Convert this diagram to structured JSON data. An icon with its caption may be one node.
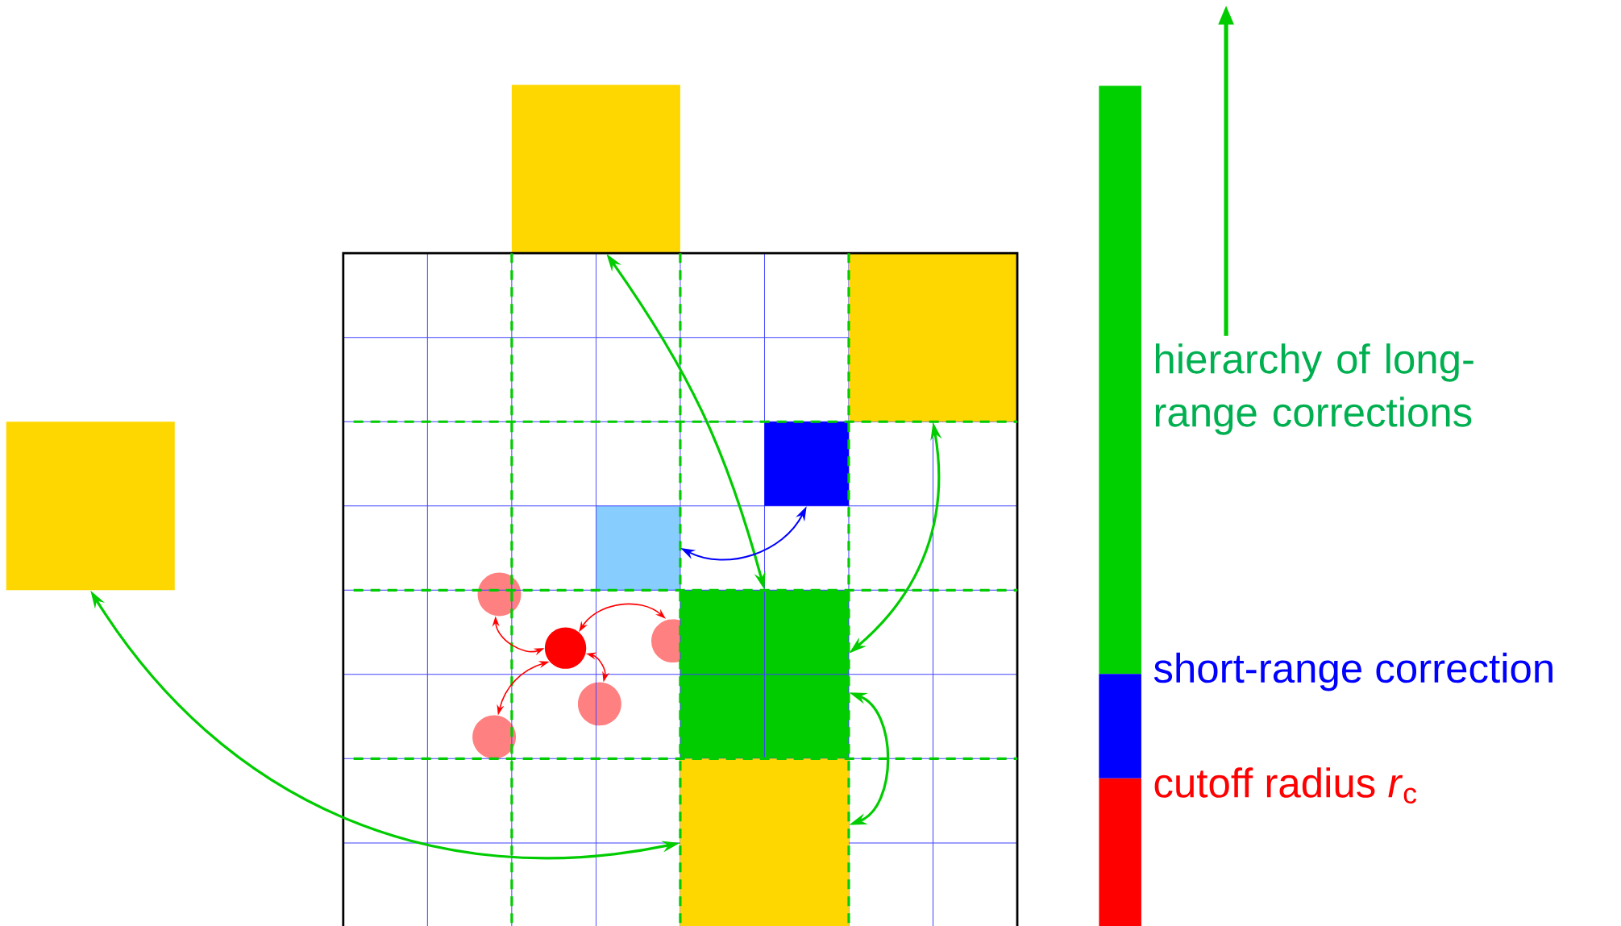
{
  "diagram": {
    "nodes": [
      {
        "text": [],
        "shape": "box"
      },
      {
        "text": [],
        "shape": "box"
      },
      {
        "text": [],
        "shape": "box"
      },
      {
        "text": [],
        "shape": "box"
      },
      {
        "text": [],
        "shape": "box"
      },
      {
        "text": [],
        "shape": "box"
      },
      {
        "text": [],
        "shape": "box"
      },
      {
        "text": [],
        "shape": "circle"
      },
      {
        "text": [],
        "shape": "circle"
      },
      {
        "text": [],
        "shape": "circle"
      },
      {
        "text": [],
        "shape": "circle"
      },
      {
        "text": [],
        "shape": "circle"
      }
    ],
    "edges": [
      {
        "from": 4,
        "to": 0,
        "arrow": "both",
        "color": "#00cc00"
      },
      {
        "from": 4,
        "to": 1,
        "arrow": "both",
        "color": "#00cc00"
      },
      {
        "from": 2,
        "to": 3,
        "arrow": "both",
        "color": "#00cc00"
      },
      {
        "from": 4,
        "to": 3,
        "arrow": "both",
        "color": "#00cc00"
      },
      {
        "from": 6,
        "to": 5,
        "arrow": "both",
        "color": "#0000ff"
      },
      {
        "from": 7,
        "to": 8,
        "arrow": "both",
        "color": "#ff0000"
      },
      {
        "from": 7,
        "to": 9,
        "arrow": "both",
        "color": "#ff0000"
      },
      {
        "from": 7,
        "to": 10,
        "arrow": "both",
        "color": "#ff0000"
      },
      {
        "from": 7,
        "to": 11,
        "arrow": "both",
        "color": "#ff0000"
      }
    ],
    "legend": [
      {
        "text": "hierarchy of long-range corrections",
        "color": "#00d000"
      },
      {
        "text": "short-range correction",
        "color": "#0000ff"
      },
      {
        "text": "cutoff radius *r*$_{c}$",
        "color": "#ff0000"
      }
    ]
  }
}
